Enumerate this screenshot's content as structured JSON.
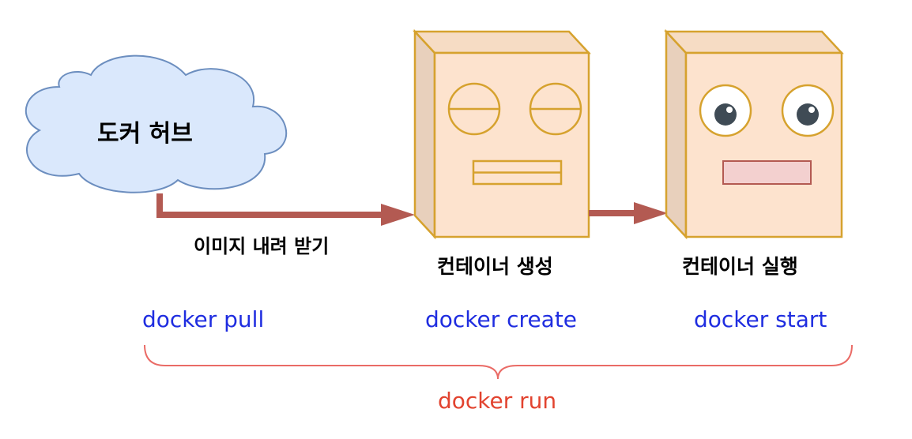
{
  "cloud": {
    "label": "도커 허브"
  },
  "arrow_labels": {
    "pull_step": "이미지 내려 받기"
  },
  "containers": {
    "created": {
      "label": "컨테이너 생성"
    },
    "started": {
      "label": "컨테이너 실행"
    }
  },
  "commands": {
    "pull": "docker pull",
    "create": "docker create",
    "start": "docker start",
    "run": "docker run"
  },
  "colors": {
    "cloud_fill": "#dae8fc",
    "cloud_stroke": "#6c8ebf",
    "box_front": "#fde3ce",
    "box_side": "#e8d0bc",
    "box_stroke": "#d6a22e",
    "arrow": "#b35a52",
    "mouth_open": "#f3d0cf",
    "command_blue": "#1f2de0",
    "command_red": "#e2432f"
  }
}
